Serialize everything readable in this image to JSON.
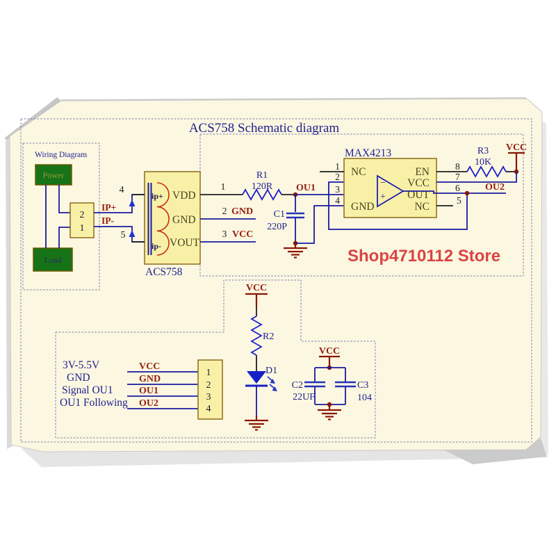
{
  "title": "ACS758 Schematic diagram",
  "watermark": "Shop4710112 Store",
  "colors": {
    "sheet": "#FBF7E1",
    "dashed_border": "#7A7AAC",
    "wire": "#1A1AA0",
    "component_fill": "#F9F0A8",
    "component_border": "#8C6B1A",
    "green_block": "#177317",
    "net_label": "#96200F",
    "title_text": "#1F1F8C",
    "watermark_red": "#D94444",
    "ground_symbol": "#8B1500"
  },
  "wiring": {
    "title": "Wiring Diagram",
    "power": "Power",
    "load": "Load",
    "pin2": "2",
    "pin1": "1",
    "ip_plus": "IP+",
    "ip_minus": "IP-"
  },
  "acs758": {
    "ref": "ACS758",
    "pin4": "4",
    "pin5": "5",
    "ip_plus": "ip+",
    "ip_minus": "ip-",
    "vdd": "VDD",
    "gnd": "GND",
    "vout": "VOUT",
    "pin1": "1",
    "pin2": "2",
    "pin3": "3",
    "net_gnd": "GND",
    "net_vcc": "VCC"
  },
  "r1": {
    "ref": "R1",
    "value": "120R"
  },
  "r2": {
    "ref": "R2"
  },
  "r3": {
    "ref": "R3",
    "value": "10K"
  },
  "c1": {
    "ref": "C1",
    "value": "220P"
  },
  "c2": {
    "ref": "C2",
    "value": "22UF"
  },
  "c3": {
    "ref": "C3",
    "value": "104"
  },
  "d1": {
    "ref": "D1"
  },
  "nets": {
    "ou1": "OU1",
    "ou2": "OU2",
    "vcc": "VCC"
  },
  "max4213": {
    "ref": "MAX4213",
    "nc_top": "NC",
    "gnd": "GND",
    "en": "EN",
    "vcc": "VCC",
    "out": "OUT",
    "nc_bot": "NC",
    "minus": "−",
    "plus": "+",
    "pins": {
      "p1": "1",
      "p2": "2",
      "p3": "3",
      "p4": "4",
      "p5": "5",
      "p6": "6",
      "p7": "7",
      "p8": "8"
    }
  },
  "legend": {
    "rows": [
      {
        "desc": "3V-5.5V",
        "net": "VCC",
        "pin": "1"
      },
      {
        "desc": "GND",
        "net": "GND",
        "pin": "2"
      },
      {
        "desc": "Signal OU1",
        "net": "OU1",
        "pin": "3"
      },
      {
        "desc": "OU1 Following",
        "net": "OU2",
        "pin": "4"
      }
    ]
  }
}
